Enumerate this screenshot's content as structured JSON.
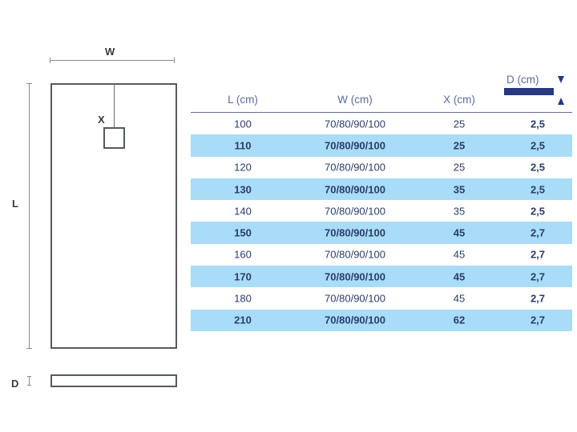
{
  "drawing": {
    "width_label": "W",
    "length_label": "L",
    "drain_label": "X",
    "depth_label": "D",
    "icons": {
      "plan_view": "shower-tray-plan-view",
      "side_view": "shower-tray-side-profile",
      "drain": "drain-square"
    }
  },
  "table": {
    "columns": [
      {
        "key": "l",
        "label": "L (cm)"
      },
      {
        "key": "w",
        "label": "W (cm)"
      },
      {
        "key": "x",
        "label": "X (cm)"
      },
      {
        "key": "d",
        "label": "D (cm)"
      }
    ],
    "rows": [
      {
        "l": "100",
        "w": "70/80/90/100",
        "x": "25",
        "d": "2,5"
      },
      {
        "l": "110",
        "w": "70/80/90/100",
        "x": "25",
        "d": "2,5"
      },
      {
        "l": "120",
        "w": "70/80/90/100",
        "x": "25",
        "d": "2,5"
      },
      {
        "l": "130",
        "w": "70/80/90/100",
        "x": "35",
        "d": "2,5"
      },
      {
        "l": "140",
        "w": "70/80/90/100",
        "x": "35",
        "d": "2,5"
      },
      {
        "l": "150",
        "w": "70/80/90/100",
        "x": "45",
        "d": "2,7"
      },
      {
        "l": "160",
        "w": "70/80/90/100",
        "x": "45",
        "d": "2,7"
      },
      {
        "l": "170",
        "w": "70/80/90/100",
        "x": "45",
        "d": "2,7"
      },
      {
        "l": "180",
        "w": "70/80/90/100",
        "x": "45",
        "d": "2,7"
      },
      {
        "l": "210",
        "w": "70/80/90/100",
        "x": "62",
        "d": "2,7"
      }
    ]
  },
  "colors": {
    "row_highlight": "#a9dcf6",
    "header_text": "#5e6b9e",
    "body_text": "#2b3c6b",
    "accent_bar": "#28387e",
    "line": "#8c8c8c",
    "outline": "#555a5e"
  }
}
